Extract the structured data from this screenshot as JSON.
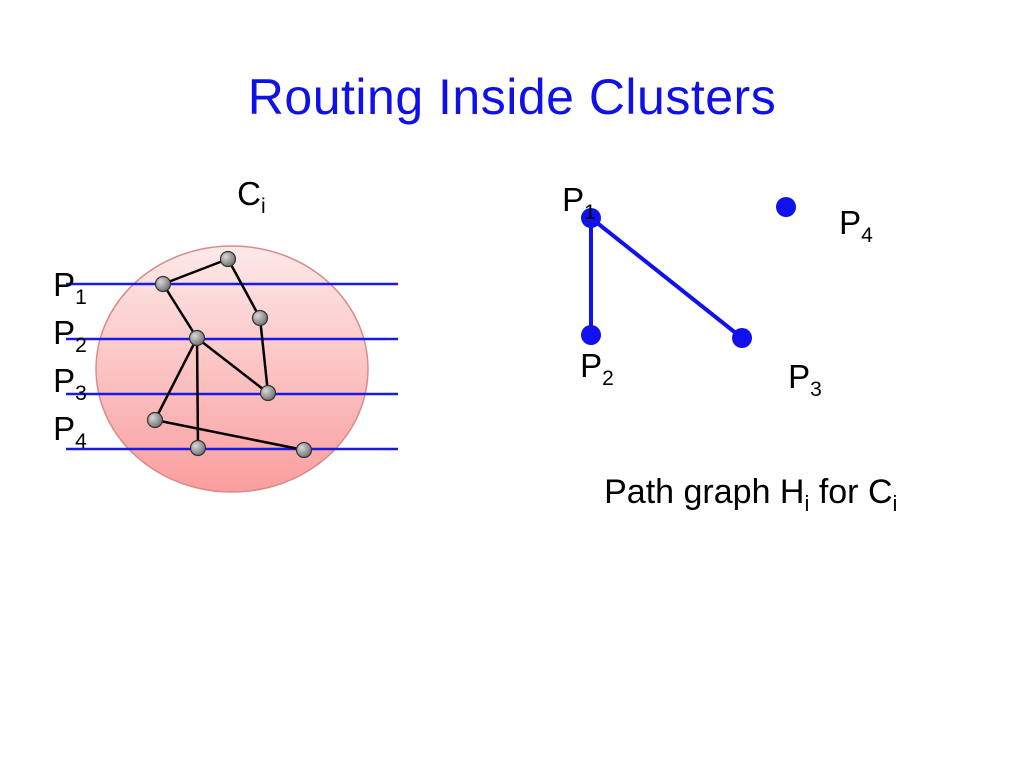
{
  "title": "Routing Inside Clusters",
  "colors": {
    "title": "#1010e8",
    "path_lines": "#1a1ae6",
    "cluster_fill_top": "#fde9e9",
    "cluster_fill_bottom": "#fa9e9e",
    "cluster_stroke": "#d98b8b",
    "node_fill": "#8a8a8a",
    "edge": "#000000",
    "graph_nodes": "#1111ee"
  },
  "cluster": {
    "label_main": "C",
    "label_sub": "i",
    "path_labels": [
      {
        "main": "P",
        "sub": "1"
      },
      {
        "main": "P",
        "sub": "2"
      },
      {
        "main": "P",
        "sub": "3"
      },
      {
        "main": "P",
        "sub": "4"
      }
    ]
  },
  "path_graph": {
    "node_labels": [
      {
        "main": "P",
        "sub": "1"
      },
      {
        "main": "P",
        "sub": "2"
      },
      {
        "main": "P",
        "sub": "3"
      },
      {
        "main": "P",
        "sub": "4"
      }
    ],
    "edges": [
      [
        "P1",
        "P2"
      ],
      [
        "P1",
        "P3"
      ]
    ],
    "caption": {
      "prefix": "Path graph H",
      "sub1": "i",
      "middle": " for C",
      "sub2": "i"
    }
  }
}
